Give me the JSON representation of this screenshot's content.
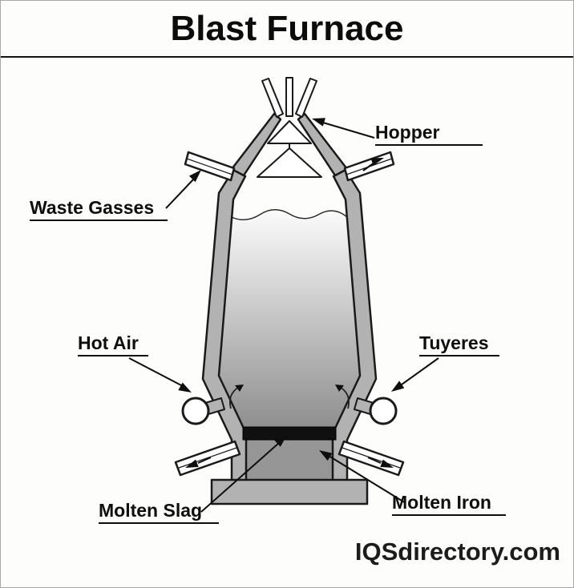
{
  "page": {
    "title": "Blast Furnace",
    "watermark": "IQSdirectory.com"
  },
  "labels": {
    "hopper": "Hopper",
    "waste_gasses": "Waste Gasses",
    "hot_air": "Hot Air",
    "tuyeres": "Tuyeres",
    "molten_slag": "Molten Slag",
    "molten_iron": "Molten Iron"
  },
  "colors": {
    "background": "#fdfdfb",
    "outline": "#1a1a1a",
    "wall_gray": "#b2b2b2",
    "slag_black": "#101010",
    "iron_gray": "#969696",
    "burden_top": "#fbfbfb",
    "burden_bottom": "#8c8c8c"
  }
}
